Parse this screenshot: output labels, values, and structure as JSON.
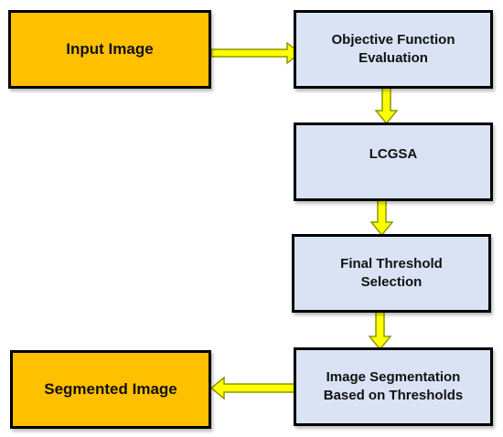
{
  "nodes": {
    "input_image": {
      "label": "Input Image",
      "fill": "#ffc000"
    },
    "objective_function": {
      "label": "Objective Function\nEvaluation",
      "fill": "#d9e3f4"
    },
    "lcgsa": {
      "label": "LCGSA",
      "fill": "#d9e3f4"
    },
    "final_threshold": {
      "label": "Final Threshold\nSelection",
      "fill": "#d9e3f4"
    },
    "image_segmentation": {
      "label": "Image Segmentation\nBased on Thresholds",
      "fill": "#d9e3f4"
    },
    "segmented_image": {
      "label": "Segmented Image",
      "fill": "#ffc000"
    }
  },
  "edges": [
    {
      "from": "input_image",
      "to": "objective_function"
    },
    {
      "from": "objective_function",
      "to": "lcgsa"
    },
    {
      "from": "lcgsa",
      "to": "final_threshold"
    },
    {
      "from": "final_threshold",
      "to": "image_segmentation"
    },
    {
      "from": "image_segmentation",
      "to": "segmented_image"
    }
  ],
  "colors": {
    "arrow_fill": "#ffff00",
    "arrow_stroke": "#8c9900",
    "border": "#000000"
  }
}
